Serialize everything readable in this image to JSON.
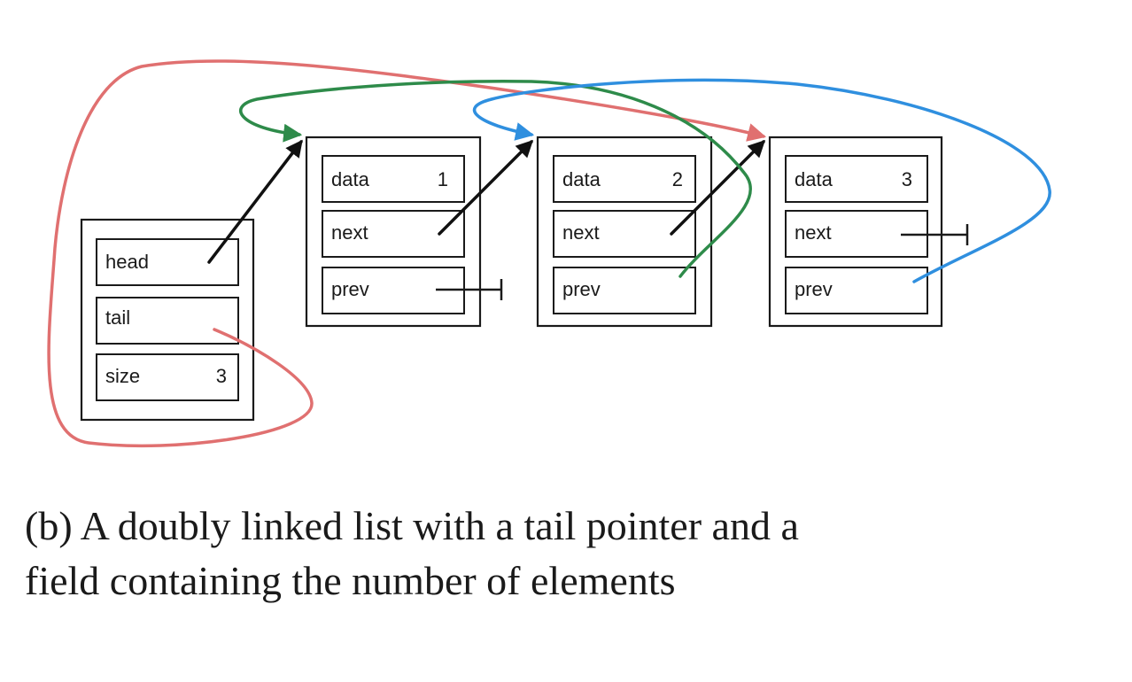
{
  "list": {
    "fields": [
      {
        "label": "head",
        "value": ""
      },
      {
        "label": "tail",
        "value": ""
      },
      {
        "label": "size",
        "value": "3"
      }
    ]
  },
  "nodes": [
    {
      "fields": [
        {
          "label": "data",
          "value": "1"
        },
        {
          "label": "next",
          "value": ""
        },
        {
          "label": "prev",
          "value": ""
        }
      ]
    },
    {
      "fields": [
        {
          "label": "data",
          "value": "2"
        },
        {
          "label": "next",
          "value": ""
        },
        {
          "label": "prev",
          "value": ""
        }
      ]
    },
    {
      "fields": [
        {
          "label": "data",
          "value": "3"
        },
        {
          "label": "next",
          "value": ""
        },
        {
          "label": "prev",
          "value": ""
        }
      ]
    }
  ],
  "colors": {
    "head_next": "#111111",
    "tail": "#e07070",
    "node2_prev": "#2e8b4a",
    "node3_prev": "#2f8fdf"
  },
  "caption": {
    "line1": "(b) A doubly linked list with a tail pointer and a",
    "line2": "field containing the number of elements"
  }
}
